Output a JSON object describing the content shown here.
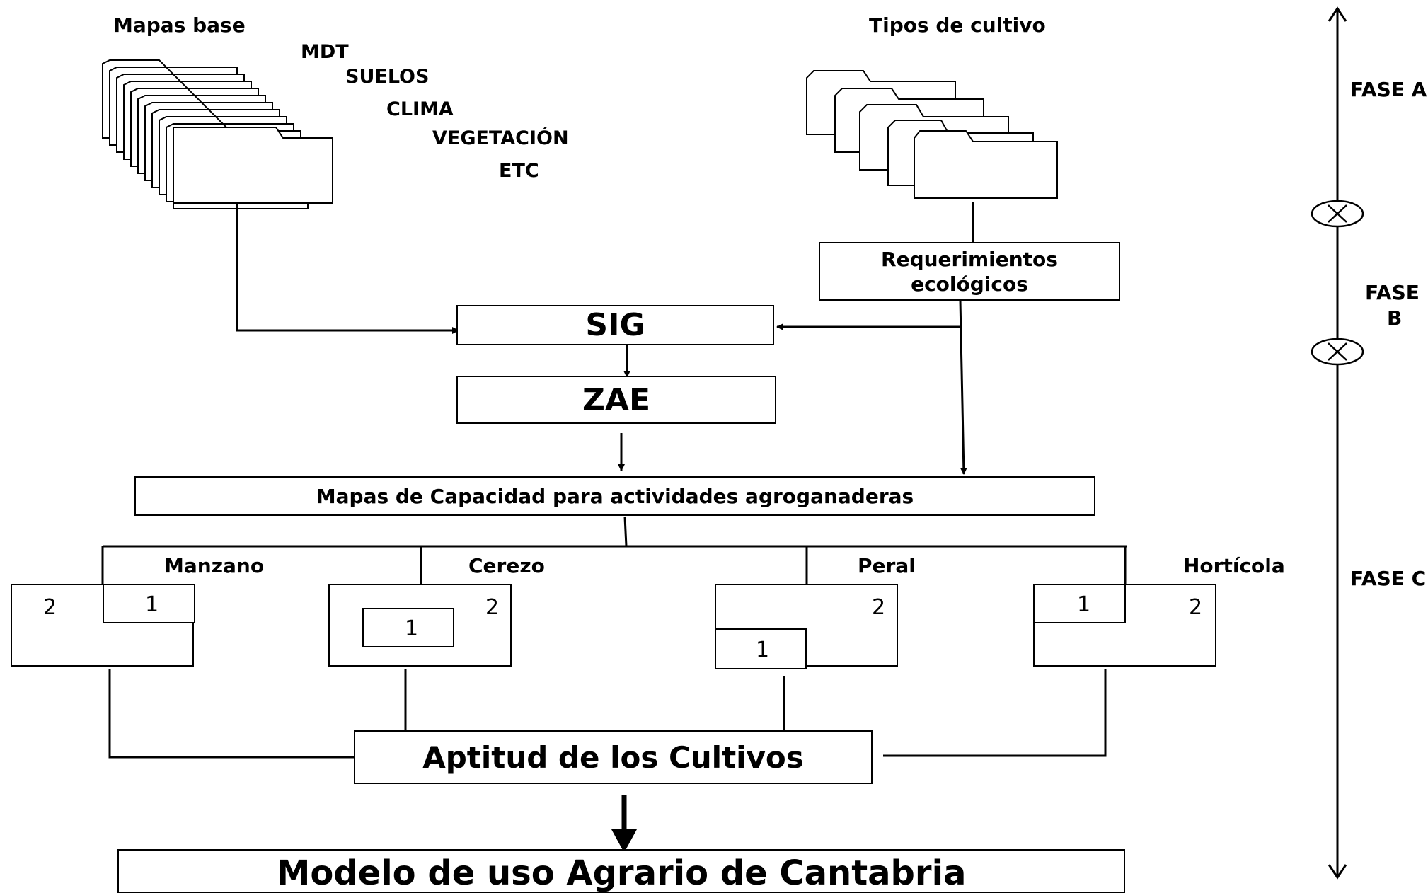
{
  "inputs": {
    "base_maps": {
      "title": "Mapas base",
      "layers": [
        "MDT",
        "SUELOS",
        "CLIMA",
        "VEGETACIÓN",
        "ETC"
      ]
    },
    "crop_types": {
      "title": "Tipos de cultivo"
    }
  },
  "nodes": {
    "ecological_requirements": "Requerimientos ecológicos",
    "sig": "SIG",
    "zae": "ZAE",
    "capacity_maps": "Mapas de Capacidad para actividades agroganaderas",
    "crop_aptitude": "Aptitud de los Cultivos",
    "model": "Modelo de uso Agrario de Cantabria"
  },
  "crops": [
    {
      "name": "Manzano",
      "zone_1": "1",
      "zone_2": "2"
    },
    {
      "name": "Cerezo",
      "zone_1": "1",
      "zone_2": "2"
    },
    {
      "name": "Peral",
      "zone_1": "1",
      "zone_2": "2"
    },
    {
      "name": "Hortícola",
      "zone_1": "1",
      "zone_2": "2"
    }
  ],
  "phases": {
    "a": "FASE A",
    "b_line1": "FASE",
    "b_line2": "B",
    "c": "FASE C"
  }
}
